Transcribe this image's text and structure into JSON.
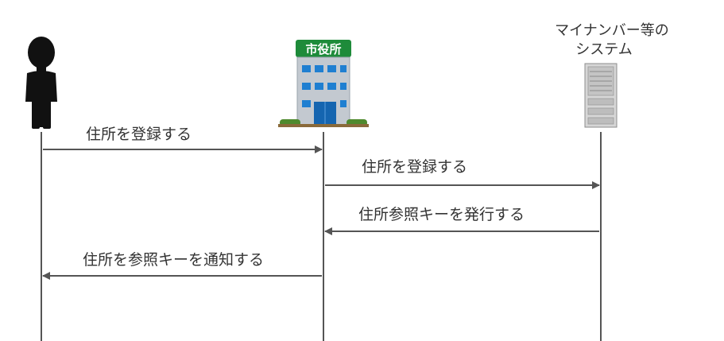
{
  "actors": {
    "person": {
      "icon": "person-silhouette-icon"
    },
    "city_hall": {
      "sign": "市役所",
      "icon": "city-hall-building-icon"
    },
    "system": {
      "label_line1": "マイナンバー等の",
      "label_line2": "システム",
      "icon": "server-tower-icon"
    }
  },
  "messages": [
    {
      "from": "person",
      "to": "city_hall",
      "label": "住所を登録する"
    },
    {
      "from": "city_hall",
      "to": "system",
      "label": "住所を登録する"
    },
    {
      "from": "system",
      "to": "city_hall",
      "label": "住所参照キーを発行する"
    },
    {
      "from": "city_hall",
      "to": "person",
      "label": "住所を参照キーを通知する"
    }
  ],
  "colors": {
    "line": "#555555",
    "text": "#333333",
    "building_body": "#bfc5cc",
    "building_window": "#1f7fd1",
    "sign_green": "#1e8b3a",
    "server_gray": "#d6d6d6"
  }
}
